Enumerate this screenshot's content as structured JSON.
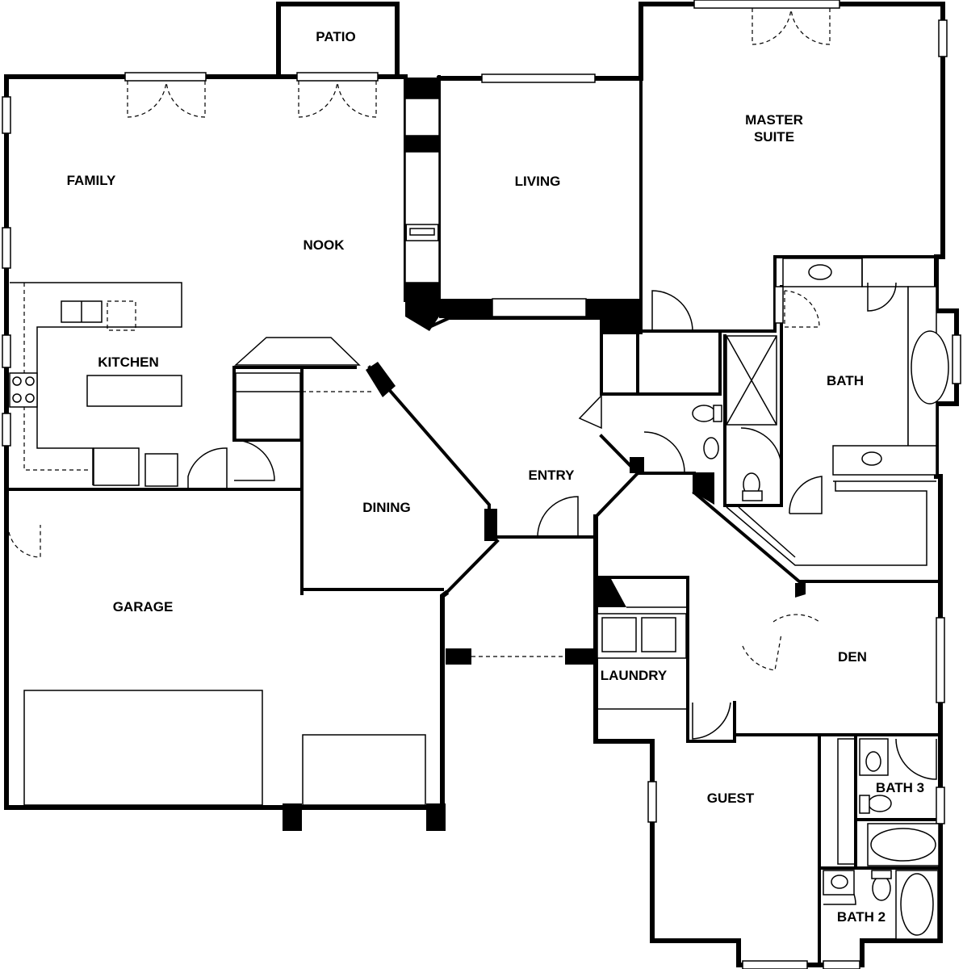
{
  "rooms": {
    "patio": "PATIO",
    "master_line1": "MASTER",
    "master_line2": "SUITE",
    "family": "FAMILY",
    "living": "LIVING",
    "nook": "NOOK",
    "kitchen": "KITCHEN",
    "bath": "BATH",
    "entry": "ENTRY",
    "dining": "DINING",
    "garage": "GARAGE",
    "den": "DEN",
    "laundry": "LAUNDRY",
    "guest": "GUEST",
    "bath3": "BATH 3",
    "bath2": "BATH 2"
  }
}
